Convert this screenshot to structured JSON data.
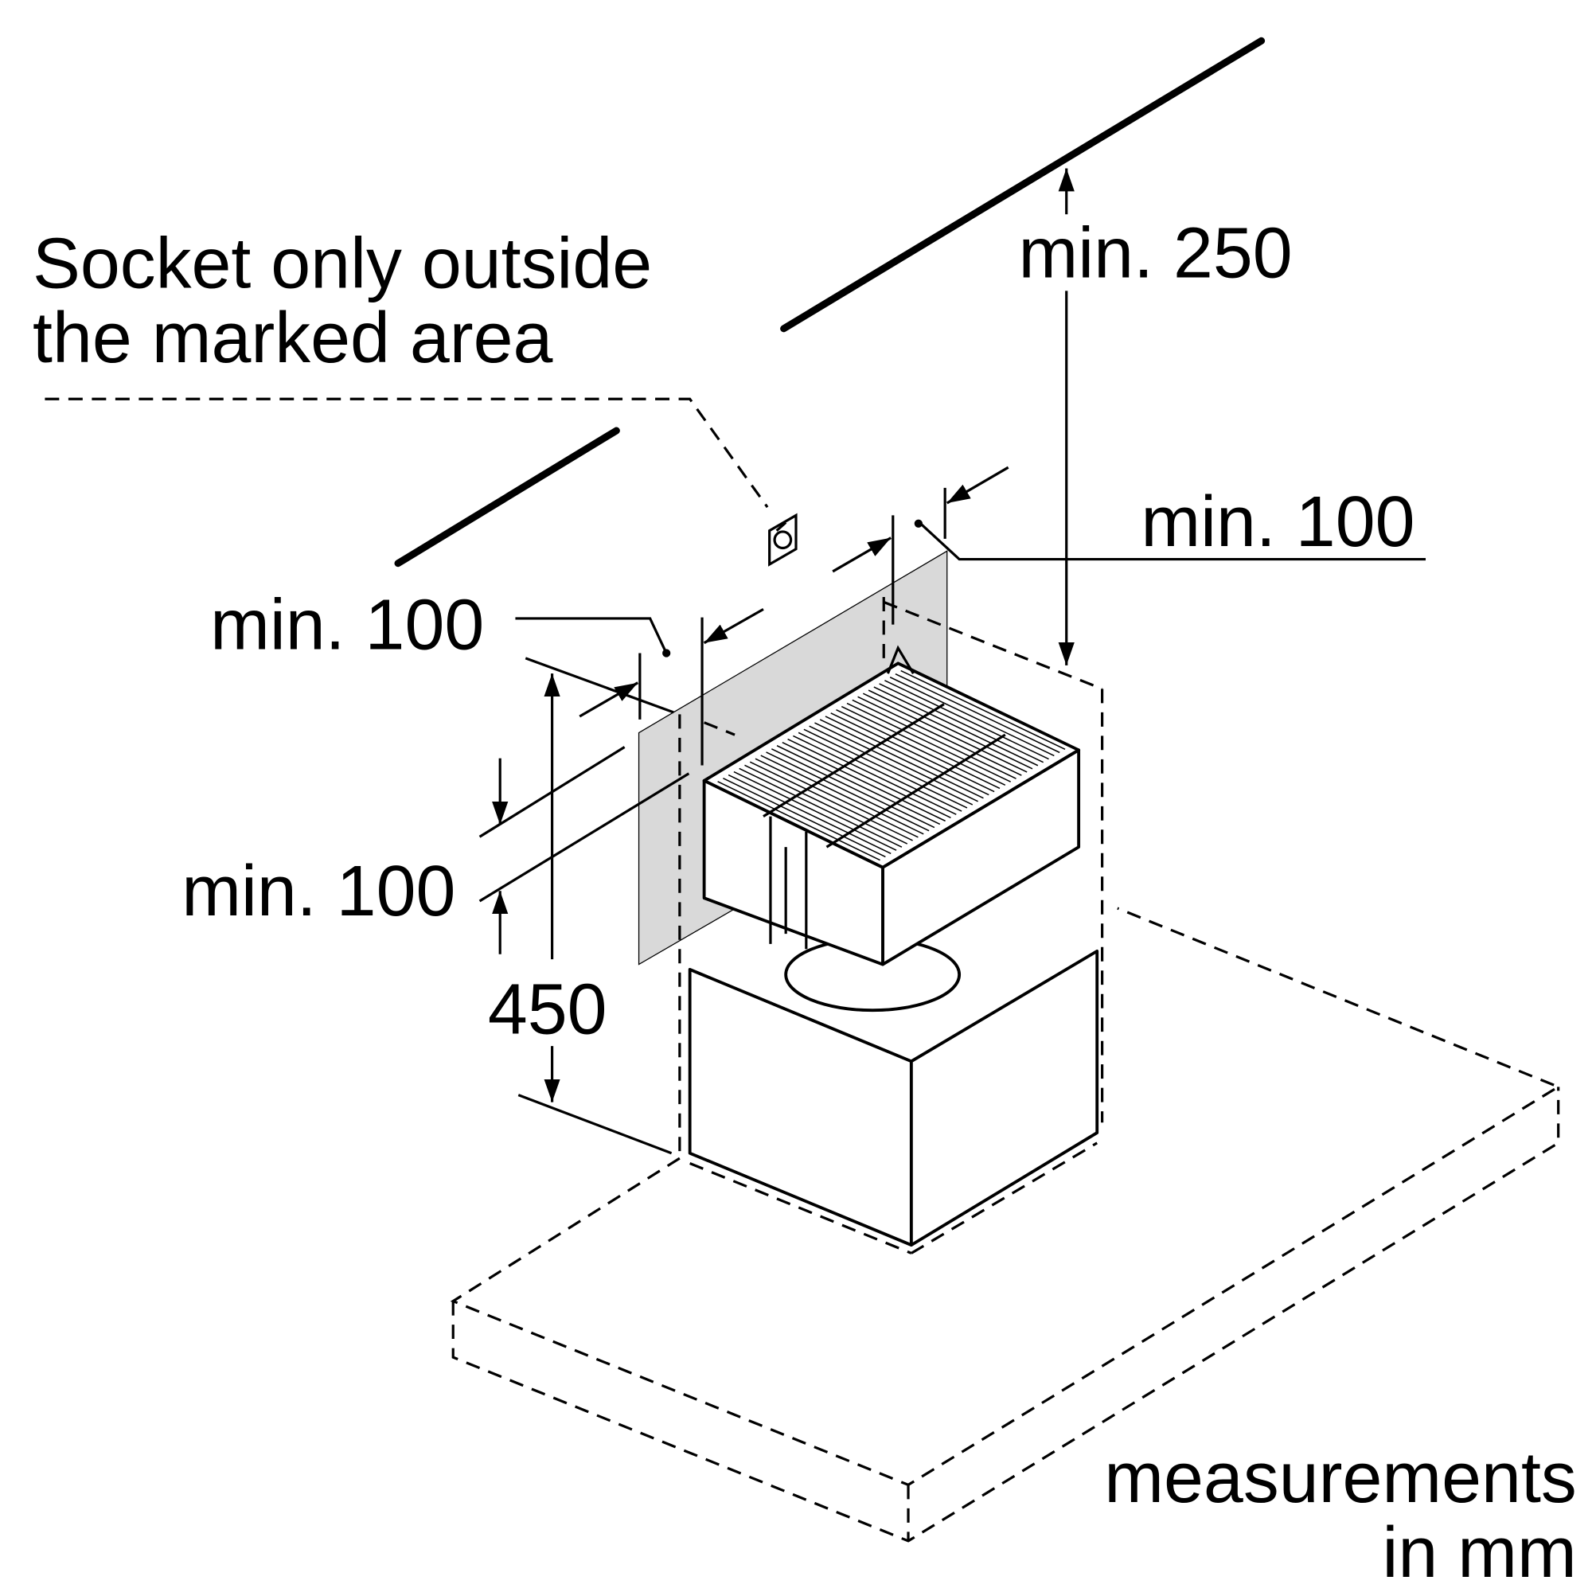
{
  "socket_note": {
    "line1": "Socket only outside",
    "line2": "the marked area"
  },
  "dimensions": {
    "top_clearance": "min. 250",
    "right_side": "min. 100",
    "left_side": "min. 100",
    "lower_side": "min. 100",
    "height": "450"
  },
  "units_note": {
    "line1": "measurements",
    "line2": "in mm"
  },
  "colors": {
    "marked_area": "#d9d9d9",
    "lines": "#000000"
  }
}
